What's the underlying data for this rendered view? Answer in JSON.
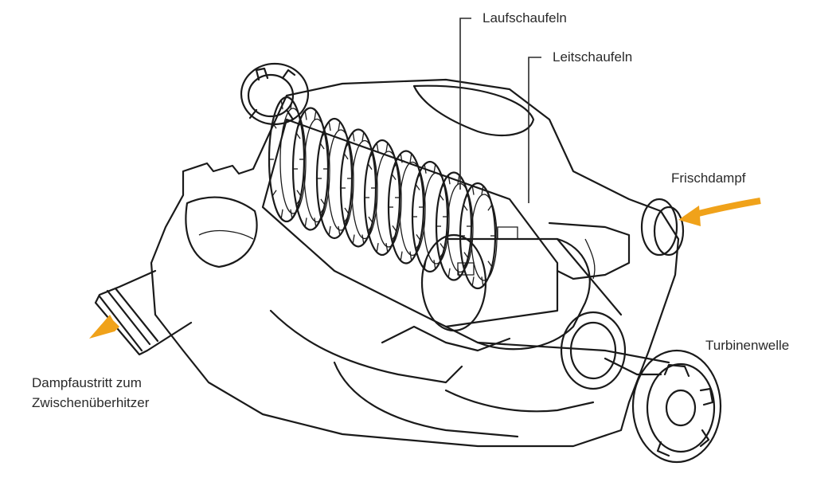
{
  "labels": {
    "laufschaufeln": "Laufschaufeln",
    "leitschaufeln": "Leitschaufeln",
    "frischdampf": "Frischdampf",
    "turbinenwelle": "Turbinenwelle",
    "dampfaustritt_line1": "Dampfaustritt zum",
    "dampfaustritt_line2": "Zwischenüberhitzer"
  },
  "colors": {
    "arrow": "#F0A21A",
    "line": "#1a1a1a",
    "text": "#2a2a2a",
    "background": "#ffffff"
  }
}
